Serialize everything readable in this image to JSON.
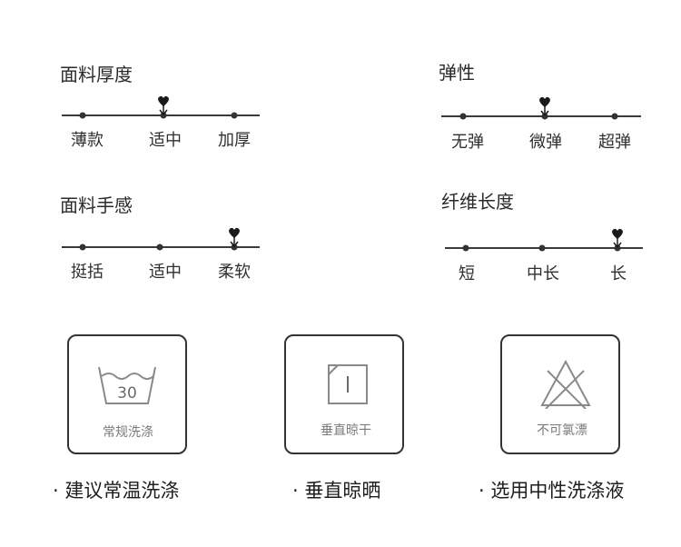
{
  "scales": [
    {
      "title": "面料厚度",
      "options": [
        "薄款",
        "适中",
        "加厚"
      ],
      "selected": 1
    },
    {
      "title": "弹性",
      "options": [
        "无弹",
        "微弹",
        "超弹"
      ],
      "selected": 1
    },
    {
      "title": "面料手感",
      "options": [
        "挺括",
        "适中",
        "柔软"
      ],
      "selected": 2
    },
    {
      "title": "纤维长度",
      "options": [
        "短",
        "中长",
        "长"
      ],
      "selected": 2
    }
  ],
  "care": [
    {
      "icon": "washtub-30-icon",
      "temp": "30",
      "label": "常规洗涤",
      "caption": "· 建议常温洗涤"
    },
    {
      "icon": "dry-flat-icon",
      "label": "垂直晾干",
      "caption": "· 垂直晾晒"
    },
    {
      "icon": "no-bleach-icon",
      "label": "不可氯漂",
      "caption": "· 选用中性洗涤液"
    }
  ],
  "colors": {
    "line": "#3a3a3a",
    "heart": "#1a1a1a",
    "label_gray": "#7a7a7a"
  }
}
